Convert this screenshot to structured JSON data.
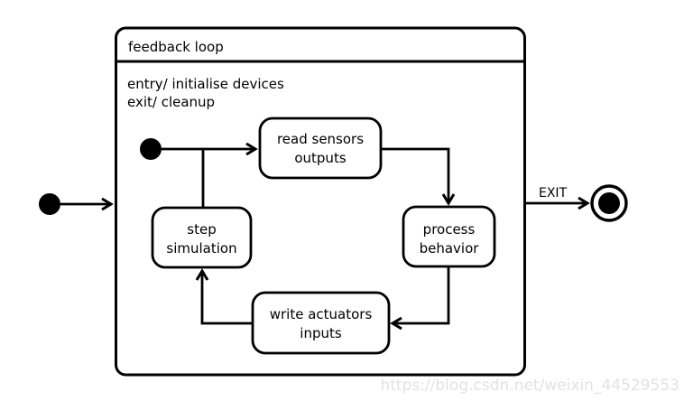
{
  "frame": {
    "title": "feedback loop",
    "entry_action": "entry/ initialise devices",
    "exit_action": "exit/ cleanup"
  },
  "states": {
    "read_sensors": {
      "line1": "read sensors",
      "line2": "outputs"
    },
    "process_behavior": {
      "line1": "process",
      "line2": "behavior"
    },
    "write_actuators": {
      "line1": "write actuators",
      "line2": "inputs"
    },
    "step_simulation": {
      "line1": "step",
      "line2": "simulation"
    }
  },
  "transitions": {
    "exit_label": "EXIT"
  },
  "watermark": {
    "text": "https://blog.csdn.net/weixin_44529553",
    "color": "#e2e2e2"
  },
  "colors": {
    "stroke": "#000000",
    "background": "#ffffff"
  }
}
